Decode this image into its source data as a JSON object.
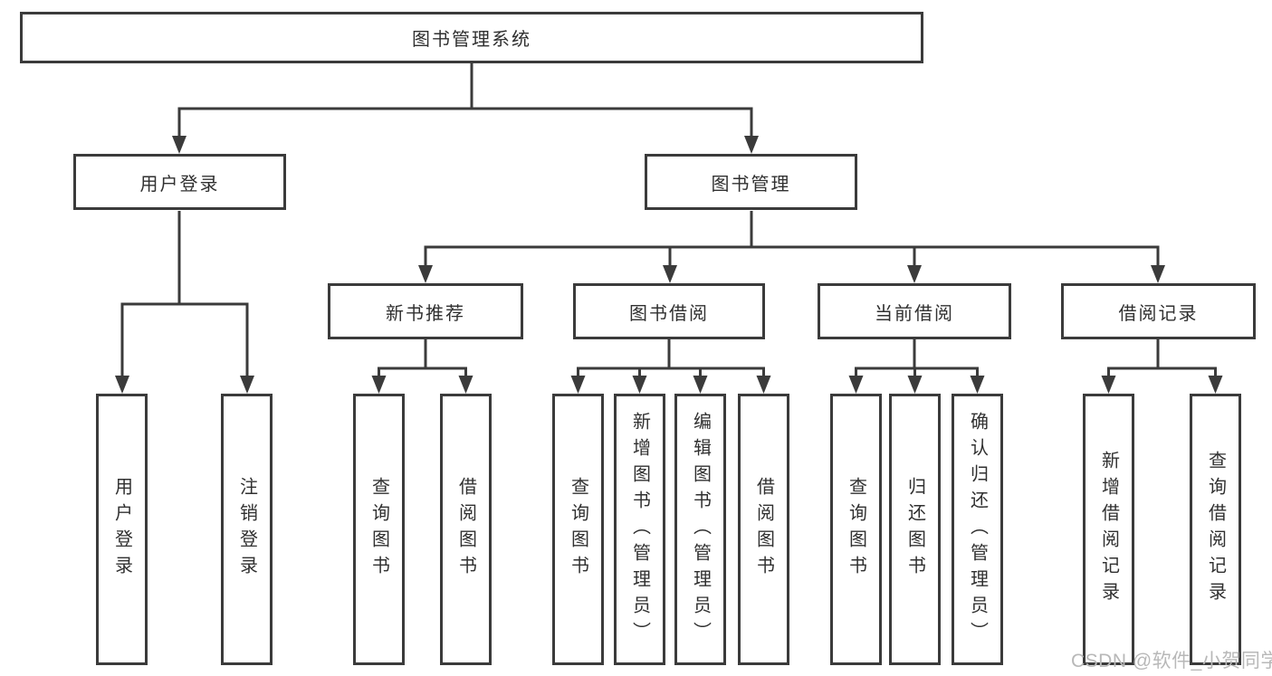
{
  "diagram": {
    "root": {
      "label": "图书管理系统"
    },
    "level2": [
      {
        "label": "用户登录"
      },
      {
        "label": "图书管理"
      }
    ],
    "level3": [
      {
        "label": "新书推荐"
      },
      {
        "label": "图书借阅"
      },
      {
        "label": "当前借阅"
      },
      {
        "label": "借阅记录"
      }
    ],
    "leaves": {
      "user_login": [
        "用户登录",
        "注销登录"
      ],
      "new_book": [
        "查询图书",
        "借阅图书"
      ],
      "book_borrow": [
        "查询图书",
        "新增图书（管理员）",
        "编辑图书（管理员）",
        "借阅图书"
      ],
      "current_borrow": [
        "查询图书",
        "归还图书",
        "确认归还（管理员）"
      ],
      "borrow_record": [
        "新增借阅记录",
        "查询借阅记录"
      ]
    }
  },
  "watermark": "CSDN @软件_小贺同学",
  "colors": {
    "line": "#3b3b3b",
    "text": "#303030",
    "watermark": "#b8b8b8",
    "background": "#ffffff"
  }
}
